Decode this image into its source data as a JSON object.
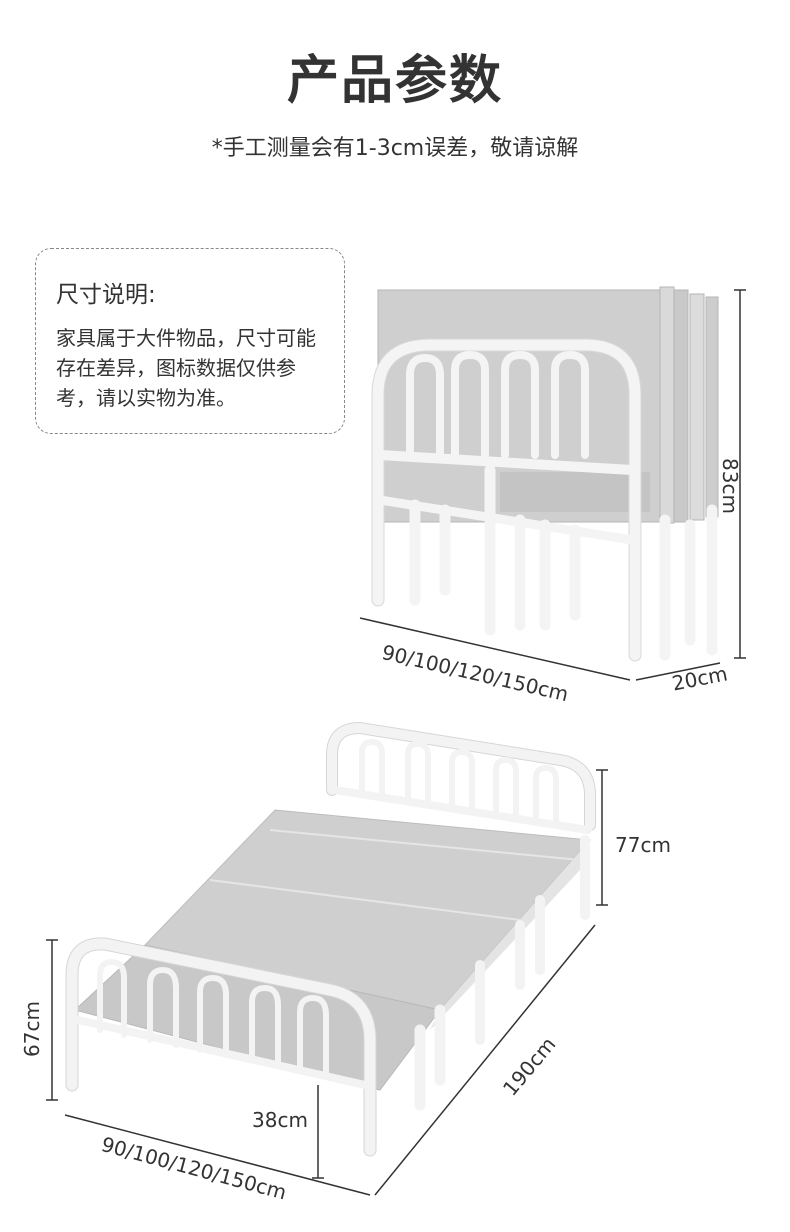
{
  "header": {
    "title": "产品参数",
    "subtitle": "*手工测量会有1-3cm误差，敬请谅解"
  },
  "note": {
    "title": "尺寸说明:",
    "body": "家具属于大件物品，尺寸可能存在差异，图标数据仅供参考，请以实物为准。"
  },
  "folded": {
    "width_label": "90/100/120/150cm",
    "depth_label": "20cm",
    "height_label": "83cm"
  },
  "unfolded": {
    "head_height_label": "77cm",
    "foot_height_label": "67cm",
    "length_label": "190cm",
    "width_label": "90/100/120/150cm",
    "under_height_label": "38cm"
  }
}
